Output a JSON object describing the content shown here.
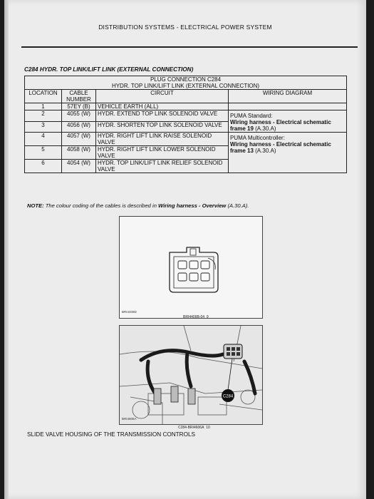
{
  "header": {
    "title": "DISTRIBUTION SYSTEMS - ELECTRICAL POWER SYSTEM"
  },
  "section": {
    "title": "C284 HYDR. TOP LINK/LIFT LINK (EXTERNAL CONNECTION)"
  },
  "table": {
    "title_line1": "PLUG CONNECTION C284",
    "title_line2": "HYDR. TOP LINK/LIFT LINK (EXTERNAL CONNECTION)",
    "headers": {
      "location": "LOCATION",
      "cable": "CABLE NUMBER",
      "circuit": "CIRCUIT",
      "diagram": "WIRING DIAGRAM"
    },
    "rows": [
      {
        "location": "1",
        "cable": "57EY (B)",
        "circuit": "VEHICLE EARTH (ALL)"
      },
      {
        "location": "2",
        "cable": "4055 (W)",
        "circuit": "HYDR. EXTEND TOP LINK SOLENOID VALVE"
      },
      {
        "location": "3",
        "cable": "4056 (W)",
        "circuit": "HYDR. SHORTEN TOP LINK SOLENOID VALVE"
      },
      {
        "location": "4",
        "cable": "4057 (W)",
        "circuit": "HYDR. RIGHT LIFT LINK RAISE SOLENOID VALVE"
      },
      {
        "location": "5",
        "cable": "4058 (W)",
        "circuit": "HYDR. RIGHT LIFT LINK LOWER SOLENOID VALVE"
      },
      {
        "location": "6",
        "cable": "4054 (W)",
        "circuit": "HYDR. TOP LINK/LIFT LINK RELIEF SOLENOID VALVE"
      }
    ],
    "diagram_standard": {
      "label": "PUMA Standard:",
      "ref": "Wiring harness - Electrical schematic",
      "frame_bold": "frame 19",
      "frame_code": " (A.30.A)"
    },
    "diagram_multi": {
      "label": "PUMA Multicontroller:",
      "ref": "Wiring harness - Electrical schematic",
      "frame_bold": "frame 13",
      "frame_code": " (A.30.A)"
    }
  },
  "note": {
    "label": "NOTE:",
    "text": " The colour coding of the cables is described in ",
    "link": "Wiring harness - Overview",
    "suffix": " (A.30.A)."
  },
  "figure1": {
    "code": "BRI4409D",
    "ref": "BRI4409B-04",
    "number": "9"
  },
  "figure2": {
    "code": "BRI4606A",
    "ref": "C284-BRI4606A",
    "number": "10",
    "callout": "C284"
  },
  "caption": "SLIDE VALVE HOUSING OF THE TRANSMISSION CONTROLS"
}
